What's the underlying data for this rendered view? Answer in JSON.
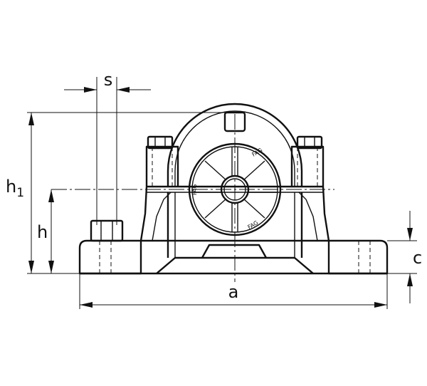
{
  "dimensions": {
    "s": "s",
    "h1_base": "h",
    "h1_sub": "1",
    "h": "h",
    "c": "c",
    "a": "a"
  },
  "stamp_marks": [
    "FAG",
    "FAG",
    "FAG"
  ]
}
